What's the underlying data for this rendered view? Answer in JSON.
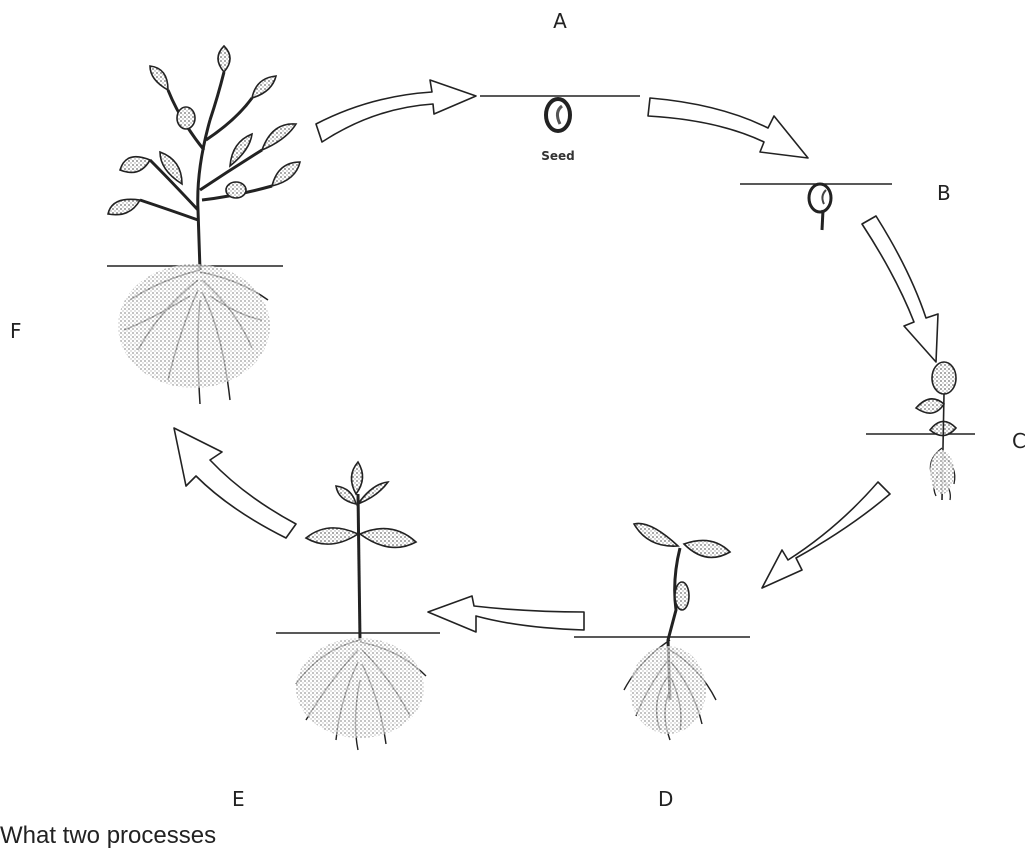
{
  "labels": {
    "a": "A",
    "b": "B",
    "c": "C",
    "d": "D",
    "e": "E",
    "f": "F"
  },
  "seed_label": "Seed",
  "question": "What two processes",
  "colors": {
    "ink": "#222222",
    "stipple": "#9a9a9a",
    "arrow_fill": "#ffffff"
  },
  "stages": [
    {
      "id": "A",
      "name": "seed"
    },
    {
      "id": "B",
      "name": "germinating-seed"
    },
    {
      "id": "C",
      "name": "sprout"
    },
    {
      "id": "D",
      "name": "seedling"
    },
    {
      "id": "E",
      "name": "young-plant"
    },
    {
      "id": "F",
      "name": "mature-plant"
    }
  ]
}
